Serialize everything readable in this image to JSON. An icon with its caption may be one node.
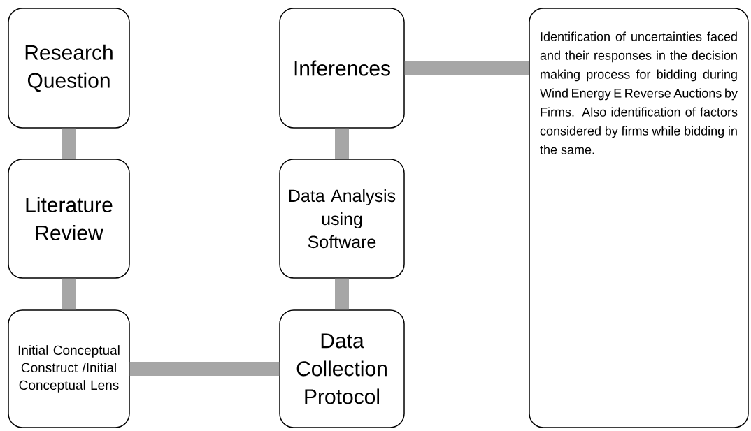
{
  "diagram": {
    "nodes": [
      {
        "text": [
          "Research Question"
        ]
      },
      {
        "text": [
          "Literature Review"
        ]
      },
      {
        "text": [
          "Initial Conceptual Construct /Initial Conceptual Lens"
        ]
      },
      {
        "text": [
          "Data Collection Protocol"
        ]
      },
      {
        "text": [
          "Data Analysis using Software"
        ]
      },
      {
        "text": [
          "Inferences"
        ]
      },
      {
        "text": [
          "Identification of uncertainties faced and their responses in the decision making process for bidding during Wind Energy E Reverse Auctions by Firms. Also identification of factors considered by firms while bidding in the same."
        ]
      }
    ],
    "edges": [
      {
        "from": 0,
        "to": 1,
        "arrow": "none"
      },
      {
        "from": 1,
        "to": 2,
        "arrow": "none"
      },
      {
        "from": 2,
        "to": 3,
        "arrow": "none"
      },
      {
        "from": 3,
        "to": 4,
        "arrow": "none"
      },
      {
        "from": 4,
        "to": 5,
        "arrow": "none"
      },
      {
        "from": 5,
        "to": 6,
        "arrow": "none"
      }
    ]
  }
}
